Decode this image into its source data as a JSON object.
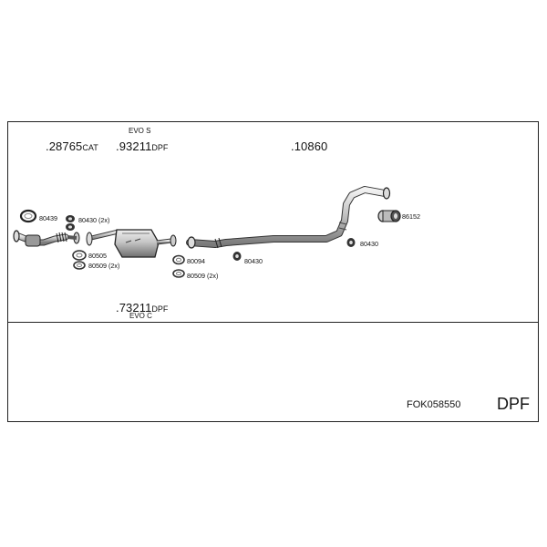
{
  "parts_top": {
    "p1": {
      "number": ".28765",
      "suffix": "CAT"
    },
    "p2": {
      "number": ".93211",
      "suffix": "DPF",
      "variant": "EVO S"
    },
    "p3": {
      "number": ".10860"
    }
  },
  "parts_bottom": {
    "p4": {
      "number": ".73211",
      "suffix": "DPF",
      "variant": "EVO C"
    }
  },
  "small_parts": {
    "s80439": "80439",
    "s80430a": "80430 (2x)",
    "s80505": "80505",
    "s80509a": "80509 (2x)",
    "s80094": "80094",
    "s80509b": "80509 (2x)",
    "s80430b": "80430",
    "s80430c": "80430",
    "s86152": "86152"
  },
  "footer": {
    "kit_code": "FOK058550",
    "type_label": "DPF"
  }
}
